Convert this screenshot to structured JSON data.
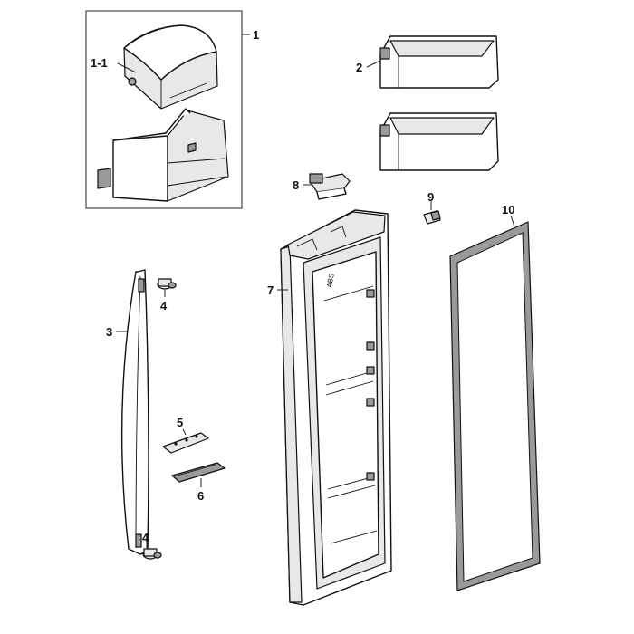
{
  "callouts": {
    "c1": "1",
    "c1_1": "1-1",
    "c2": "2",
    "c3": "3",
    "c4a": "4",
    "c4b": "4",
    "c5": "5",
    "c6": "6",
    "c7": "7",
    "c8": "8",
    "c9": "9",
    "c10": "10"
  },
  "embossed_text": "ABS"
}
